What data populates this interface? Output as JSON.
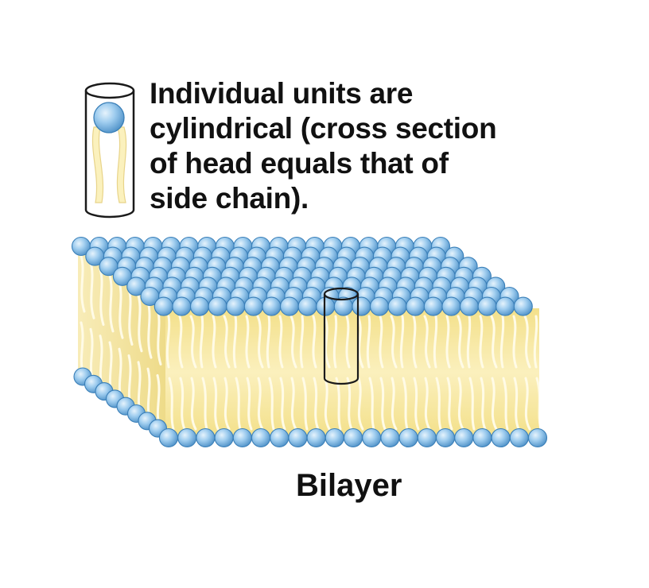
{
  "caption": {
    "lines": [
      "Individual units are",
      "cylindrical (cross section",
      "of head equals that of",
      "side chain)."
    ]
  },
  "label": "Bilayer",
  "colors": {
    "head_fill": "#8ec3ea",
    "head_stroke": "#3a7fb8",
    "tail_fill": "#fbf2b8",
    "membrane_core": "#f6e694",
    "membrane_side": "#efdc86",
    "outline": "#1a1a1a"
  }
}
